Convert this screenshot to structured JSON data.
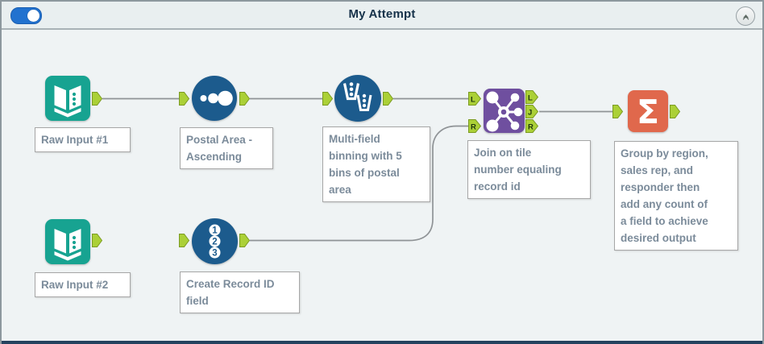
{
  "panel": {
    "header": {
      "title": "My Attempt"
    },
    "toggle": {
      "state": "on"
    },
    "collapse_button": {
      "icon": "chevron-up"
    }
  },
  "tools": [
    {
      "name": "input-data-1",
      "icon": "open-book-icon",
      "caption": "Raw Input #1"
    },
    {
      "name": "sort",
      "icon": "sort-dots-icon",
      "caption": "Postal Area -\nAscending"
    },
    {
      "name": "multi-field-binning",
      "icon": "binning-cups-icon",
      "caption": "Multi-field\nbinning with 5\nbins of postal\narea"
    },
    {
      "name": "join",
      "icon": "join-molecule-icon",
      "caption": "Join on tile\nnumber equaling\nrecord id",
      "anchors": {
        "inputs": [
          "L",
          "R"
        ],
        "outputs": [
          "L",
          "J",
          "R"
        ]
      }
    },
    {
      "name": "summarize",
      "icon": "sigma-icon",
      "glyph": "Σ",
      "caption": "Group by region,\nsales rep, and\nresponder then\nadd any count of\na field to achieve\ndesired output"
    },
    {
      "name": "input-data-2",
      "icon": "open-book-icon",
      "caption": "Raw Input #2"
    },
    {
      "name": "record-id",
      "icon": "numbered-circles-icon",
      "digits": [
        "1",
        "2",
        "3"
      ],
      "caption": "Create Record ID\nfield"
    }
  ],
  "connections": [
    {
      "from": "input-data-1",
      "to": "sort"
    },
    {
      "from": "sort",
      "to": "multi-field-binning"
    },
    {
      "from": "multi-field-binning",
      "to": "join:L"
    },
    {
      "from": "record-id",
      "to": "join:R"
    },
    {
      "from": "join:J",
      "to": "summarize"
    }
  ],
  "colors": {
    "input_tool": "#17a391",
    "prep_tool_blue": "#1c5b8d",
    "join_purple": "#6f4f9f",
    "summarize_orange": "#e0684c",
    "anchor_green": "#abd037",
    "anchor_border": "#7b9b22",
    "toggle_blue": "#2272cf",
    "canvas_bg": "#eff3f4",
    "caption_text": "#7b8b9a",
    "wire": "#8f9396",
    "bottom_bar": "#24425e"
  }
}
